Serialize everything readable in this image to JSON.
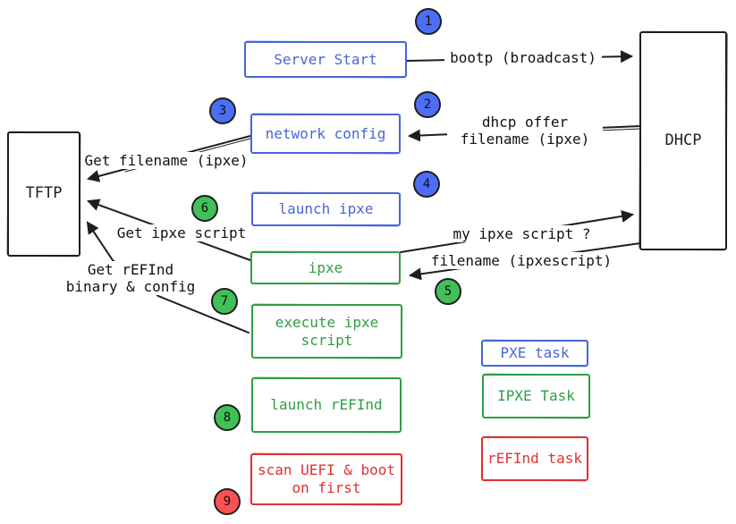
{
  "colors": {
    "blue": "#4766d6",
    "green": "#2f9e44",
    "red": "#e03131",
    "badge_blue": "#4c6ef5",
    "badge_green": "#40c057",
    "badge_red": "#fa5252",
    "ink": "#1e1e1e"
  },
  "nodes": {
    "tftp": {
      "label": "TFTP"
    },
    "dhcp": {
      "label": "DHCP"
    }
  },
  "flow": [
    {
      "label": "Server Start",
      "color": "blue"
    },
    {
      "label": "network config",
      "color": "blue"
    },
    {
      "label": "launch ipxe",
      "color": "blue"
    },
    {
      "label": "ipxe",
      "color": "green"
    },
    {
      "label": "execute ipxe\nscript",
      "color": "green"
    },
    {
      "label": "launch rEFInd",
      "color": "green"
    },
    {
      "label": "scan UEFI & boot\non first",
      "color": "red"
    }
  ],
  "badges": [
    {
      "num": "1",
      "color": "badge_blue"
    },
    {
      "num": "2",
      "color": "badge_blue"
    },
    {
      "num": "3",
      "color": "badge_blue"
    },
    {
      "num": "4",
      "color": "badge_blue"
    },
    {
      "num": "5",
      "color": "badge_green"
    },
    {
      "num": "6",
      "color": "badge_green"
    },
    {
      "num": "7",
      "color": "badge_green"
    },
    {
      "num": "8",
      "color": "badge_green"
    },
    {
      "num": "9",
      "color": "badge_red"
    }
  ],
  "edges": {
    "bootp": {
      "label": "bootp (broadcast)"
    },
    "dhcp_offer": {
      "label": "dhcp offer\nfilename (ipxe)"
    },
    "get_filename": {
      "label": "Get filename (ipxe)"
    },
    "my_ipxe_script": {
      "label": "my ipxe script ?"
    },
    "filename_ipxescript": {
      "label": "filename (ipxescript)"
    },
    "get_ipxe_script": {
      "label": "Get ipxe script"
    },
    "get_refind": {
      "label": "Get rEFInd\nbinary & config"
    }
  },
  "legend": [
    {
      "label": "PXE task",
      "color": "blue"
    },
    {
      "label": "IPXE Task",
      "color": "green"
    },
    {
      "label": "rEFInd task",
      "color": "red"
    }
  ]
}
